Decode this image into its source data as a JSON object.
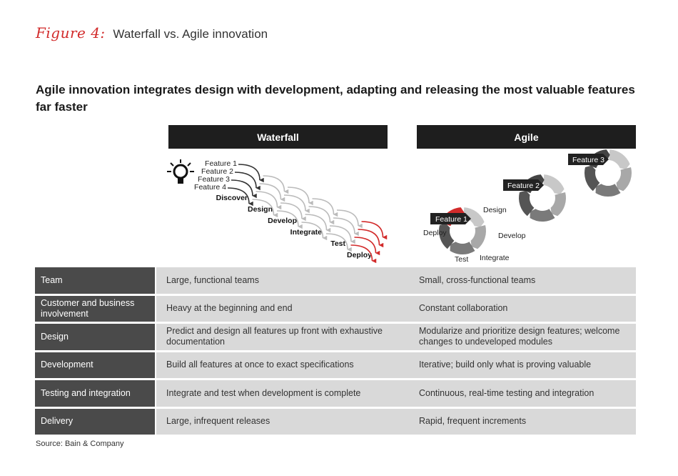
{
  "figure": {
    "label": "Figure 4:",
    "title": "Waterfall vs. Agile innovation"
  },
  "headline": "Agile innovation integrates design with development, adapting and releasing the most valuable features far faster",
  "columns": {
    "waterfall": "Waterfall",
    "agile": "Agile"
  },
  "waterfall_diagram": {
    "features": [
      "Feature 1",
      "Feature 2",
      "Feature 3",
      "Feature 4"
    ],
    "stages": [
      "Discover",
      "Design",
      "Develop",
      "Integrate",
      "Test",
      "Deploy"
    ],
    "icon": "lightbulb-icon"
  },
  "agile_diagram": {
    "cycles": [
      "Feature 1",
      "Feature 2",
      "Feature 3"
    ],
    "phases": [
      "Design",
      "Develop",
      "Integrate",
      "Test",
      "Deploy"
    ]
  },
  "table": {
    "rows": [
      {
        "label": "Team",
        "waterfall": "Large, functional teams",
        "agile": "Small, cross-functional teams"
      },
      {
        "label": "Customer and business involvement",
        "waterfall": "Heavy at the beginning and end",
        "agile": "Constant collaboration"
      },
      {
        "label": "Design",
        "waterfall": "Predict and design all features up front with exhaustive documentation",
        "agile": "Modularize and prioritize design features; welcome changes to undeveloped modules"
      },
      {
        "label": "Development",
        "waterfall": "Build all features at once to exact specifications",
        "agile": "Iterative; build only what is proving valuable"
      },
      {
        "label": "Testing and integration",
        "waterfall": "Integrate and test when development is complete",
        "agile": "Continuous, real-time testing and integration"
      },
      {
        "label": "Delivery",
        "waterfall": "Large, infrequent releases",
        "agile": "Rapid, frequent increments"
      }
    ]
  },
  "source": "Source: Bain & Company",
  "colors": {
    "accent_red": "#d22b2b",
    "header_dark": "#1e1e1e",
    "row_label": "#4a4a4a",
    "row_cell": "#d9d9d9"
  }
}
